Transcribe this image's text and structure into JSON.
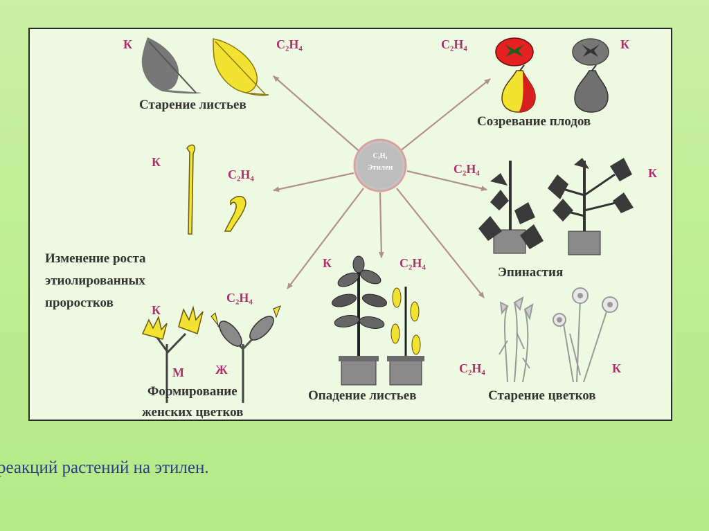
{
  "center": {
    "formula": "C₂H₄",
    "name": "Этилен"
  },
  "sections": {
    "leaf_aging": "Старение листьев",
    "fruit_ripening": "Созревание плодов",
    "etiolated_l1": "Изменение роста",
    "etiolated_l2": "этиолированных",
    "etiolated_l3": "проростков",
    "epinasty": "Эпинастия",
    "female_l1": "Формирование",
    "female_l2": "женских цветков",
    "leaf_fall": "Опадение листьев",
    "flower_aging": "Старение цветков"
  },
  "markers": {
    "control": "К",
    "ethylene": "C₂H₄",
    "male": "М",
    "female": "Ж"
  },
  "caption": "реакций растений на этилен.",
  "colors": {
    "arrow": "#b08f8f",
    "marker": "#b0306e",
    "label": "#333333",
    "yellow": "#f2e332",
    "caption": "#2b3f8a"
  }
}
